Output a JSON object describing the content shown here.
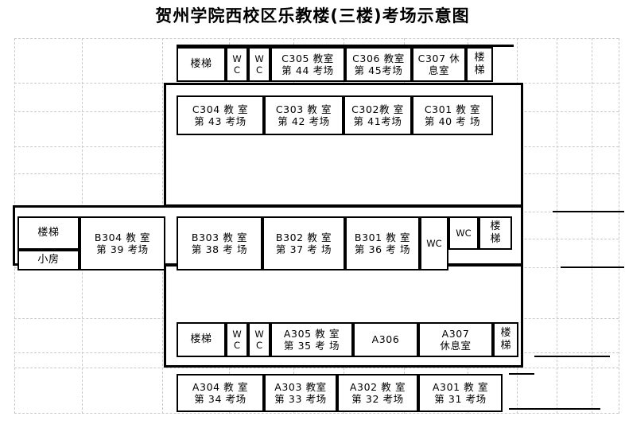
{
  "title": "贺州学院西校区乐教楼(三楼)考场示意图",
  "floor_plan": {
    "building": "乐教楼",
    "campus": "贺州学院西校区",
    "floor": "三楼",
    "wings": [
      {
        "name": "C-wing-north-row",
        "rooms": [
          {
            "key": "c_stair_left",
            "line1": "楼梯",
            "line2": ""
          },
          {
            "key": "c_wc_1",
            "line1": "W",
            "line2": "C"
          },
          {
            "key": "c_wc_2",
            "line1": "W",
            "line2": "C"
          },
          {
            "key": "c305",
            "line1": "C305 教室",
            "line2": "第 44 考场"
          },
          {
            "key": "c306",
            "line1": "C306 教室",
            "line2": "第 45考场"
          },
          {
            "key": "c307",
            "line1": "C307 休",
            "line2": "息室"
          },
          {
            "key": "c_stair_right",
            "line1": "楼",
            "line2": "梯"
          }
        ]
      },
      {
        "name": "C-wing-south-row",
        "rooms": [
          {
            "key": "c304",
            "line1": "C304 教 室",
            "line2": "第 43 考场"
          },
          {
            "key": "c303",
            "line1": "C303 教 室",
            "line2": "第 42 考场"
          },
          {
            "key": "c302",
            "line1": "C302教 室",
            "line2": "第 41考场"
          },
          {
            "key": "c301",
            "line1": "C301 教 室",
            "line2": "第 40 考 场"
          }
        ]
      },
      {
        "name": "B-wing-row",
        "rooms": [
          {
            "key": "b_stair_left",
            "line1": "楼梯",
            "line2": ""
          },
          {
            "key": "b_xiaofang",
            "line1": "小房",
            "line2": ""
          },
          {
            "key": "b304",
            "line1": "B304 教 室",
            "line2": "第 39 考场"
          },
          {
            "key": "b303",
            "line1": "B303 教 室",
            "line2": "第 38 考 场"
          },
          {
            "key": "b302",
            "line1": "B302 教 室",
            "line2": "第 37 考 场"
          },
          {
            "key": "b301",
            "line1": "B301 教 室",
            "line2": "第 36 考 场"
          },
          {
            "key": "b_wc_1",
            "line1": "WC",
            "line2": ""
          },
          {
            "key": "b_wc_2",
            "line1": "WC",
            "line2": ""
          },
          {
            "key": "b_stair_right",
            "line1": "楼",
            "line2": "梯"
          }
        ]
      },
      {
        "name": "A-wing-north-row",
        "rooms": [
          {
            "key": "a_stair_left",
            "line1": "楼梯",
            "line2": ""
          },
          {
            "key": "a_wc_1",
            "line1": "W",
            "line2": "C"
          },
          {
            "key": "a_wc_2",
            "line1": "W",
            "line2": "C"
          },
          {
            "key": "a305",
            "line1": "A305 教 室",
            "line2": "第 35 考 场"
          },
          {
            "key": "a306",
            "line1": "A306",
            "line2": ""
          },
          {
            "key": "a307",
            "line1": "A307",
            "line2": "休息室"
          },
          {
            "key": "a_stair_right",
            "line1": "楼",
            "line2": "梯"
          }
        ]
      },
      {
        "name": "A-wing-south-row",
        "rooms": [
          {
            "key": "a304",
            "line1": "A304 教 室",
            "line2": "第 34 考场"
          },
          {
            "key": "a303",
            "line1": "A303 教室",
            "line2": "第 33 考场"
          },
          {
            "key": "a302",
            "line1": "A302 教 室",
            "line2": "第 32 考场"
          },
          {
            "key": "a301",
            "line1": "A301 教 室",
            "line2": "第 31 考场"
          }
        ]
      }
    ]
  },
  "colors": {
    "wall": "#000000",
    "grid": "#c9c9c9",
    "background": "#ffffff"
  }
}
